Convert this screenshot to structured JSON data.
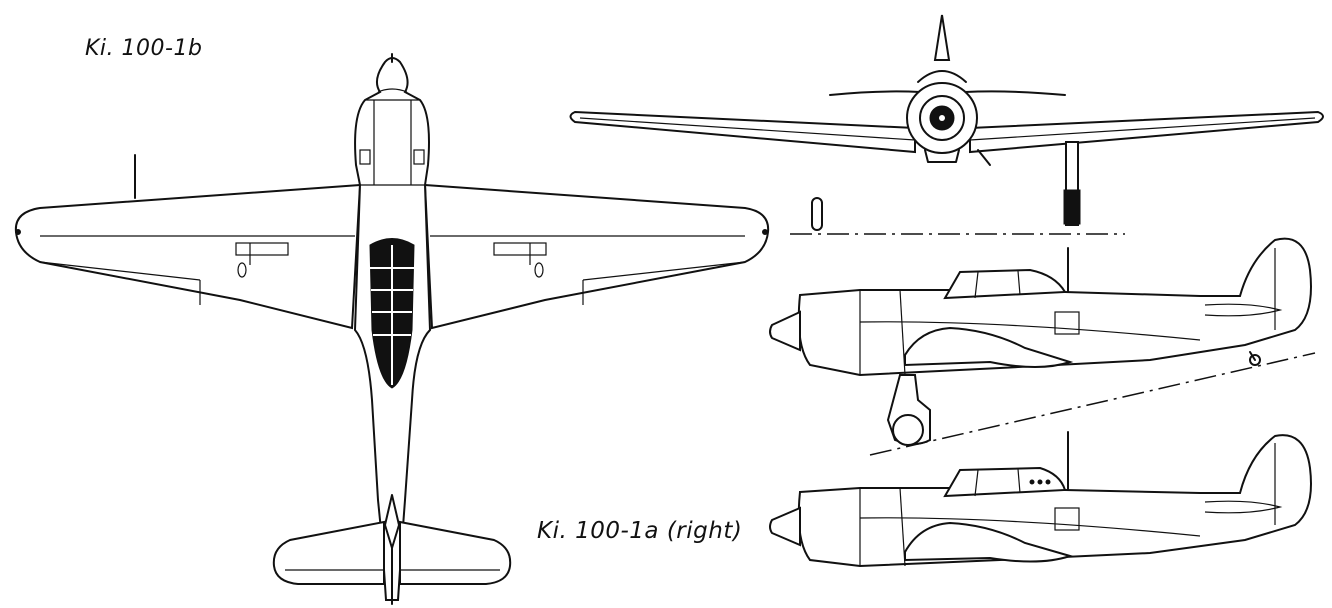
{
  "labels": {
    "top_variant": "Ki. 100-1b",
    "side_variant": "Ki. 100-1a (right)"
  },
  "views": [
    "plan-view",
    "front-view",
    "side-view-ki100-1b",
    "side-view-ki100-1a"
  ],
  "line_color": "#111111",
  "background_color": "#ffffff"
}
